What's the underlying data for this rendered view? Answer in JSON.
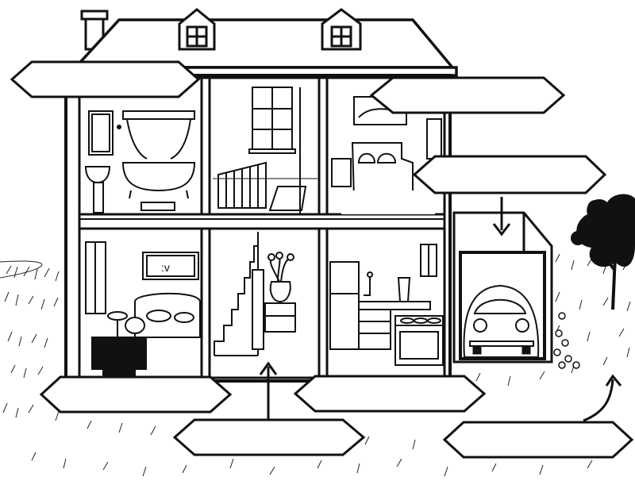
{
  "worksheet": {
    "label_boxes": [
      {
        "id": "roof",
        "text": ""
      },
      {
        "id": "bedroom",
        "text": ""
      },
      {
        "id": "garage",
        "text": ""
      },
      {
        "id": "living-room",
        "text": ""
      },
      {
        "id": "hall",
        "text": ""
      },
      {
        "id": "kitchen",
        "text": ""
      },
      {
        "id": "garden",
        "text": ""
      }
    ],
    "tv_screen_text": ":v"
  }
}
